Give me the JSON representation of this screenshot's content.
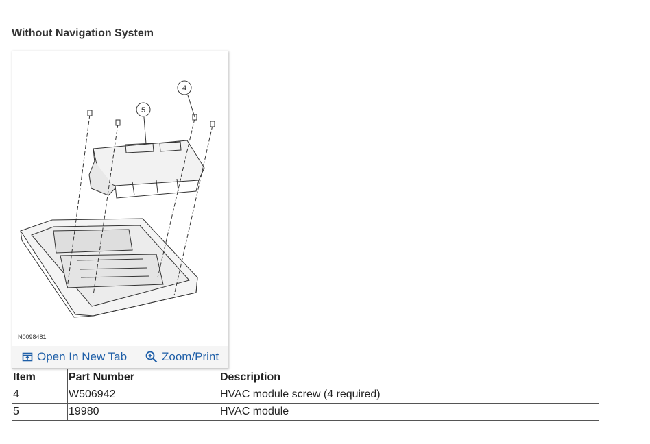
{
  "section": {
    "title": "Without Navigation System"
  },
  "figure": {
    "id_label": "N0098481",
    "callouts": [
      "4",
      "5"
    ],
    "actions": {
      "open_new_tab": "Open In New Tab",
      "zoom_print": "Zoom/Print"
    },
    "icons": {
      "open_new_tab": "open-new-tab-icon",
      "zoom_print": "zoom-in-icon"
    }
  },
  "table": {
    "headers": [
      "Item",
      "Part Number",
      "Description"
    ],
    "rows": [
      [
        "4",
        "W506942",
        "HVAC module screw (4 required)"
      ],
      [
        "5",
        "19980",
        "HVAC module"
      ]
    ]
  },
  "colors": {
    "link": "#1f5fa8",
    "border": "#555555"
  }
}
